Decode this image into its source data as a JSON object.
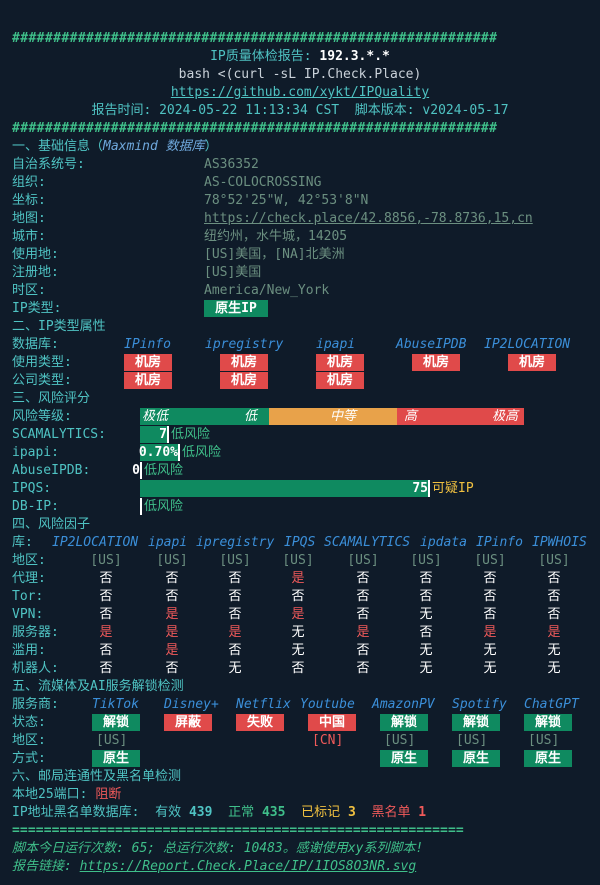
{
  "header": {
    "hash_line": "###########################################################",
    "title_prefix": "IP质量体检报告: ",
    "ip": "192.3.*.*",
    "command": "bash <(curl -sL IP.Check.Place)",
    "github": "https://github.com/xykt/IPQuality",
    "report_time": "报告时间: 2024-05-22 11:13:34 CST  脚本版本: v2024-05-17"
  },
  "basic": {
    "section": "一、基础信息（",
    "section_db": "Maxmind 数据库",
    "section_end": "）",
    "rows": [
      {
        "label": "自治系统号:",
        "value": "AS36352"
      },
      {
        "label": "组织:",
        "value": "AS-COLOCROSSING"
      },
      {
        "label": "坐标:",
        "value": "78°52'25\"W, 42°53'8\"N"
      },
      {
        "label": "地图:",
        "value": "https://check.place/42.8856,-78.8736,15,cn"
      },
      {
        "label": "城市:",
        "value": "纽约州，水牛城，14205"
      },
      {
        "label": "使用地:",
        "value": "[US]美国，[NA]北美洲"
      },
      {
        "label": "注册地:",
        "value": "[US]美国"
      },
      {
        "label": "时区:",
        "value": "America/New_York"
      },
      {
        "label": "IP类型:",
        "value": "原生IP"
      }
    ]
  },
  "iptype": {
    "section": "二、IP类型属性",
    "db_label": "数据库:",
    "use_label": "使用类型:",
    "company_label": "公司类型:",
    "dbs": [
      "IPinfo",
      "ipregistry",
      "ipapi",
      "AbuseIPDB",
      "IP2LOCATION"
    ],
    "use_types": [
      "机房",
      "机房",
      "机房",
      "机房",
      "机房"
    ],
    "company_types": [
      "机房",
      "机房",
      "机房"
    ]
  },
  "risk": {
    "section": "三、风险评分",
    "level_label": "风险等级:",
    "levels": [
      "极低",
      "低",
      "中等",
      "高",
      "极高"
    ],
    "colors": {
      "green": "#0f8a60",
      "orange": "#e8a24a",
      "red": "#e04a4a"
    },
    "scores": [
      {
        "label": "SCAMALYTICS:",
        "score": "7",
        "verdict": "低风险",
        "fraction": 0.07
      },
      {
        "label": "ipapi:",
        "score": "0.70%",
        "verdict": "低风险",
        "fraction": 0.1
      },
      {
        "label": "AbuseIPDB:",
        "score": "0",
        "verdict": "低风险",
        "fraction": 0.0
      },
      {
        "label": "IPQS:",
        "score": "75",
        "verdict": "可疑IP",
        "fraction": 0.75
      },
      {
        "label": "DB-IP:",
        "score": "",
        "verdict": "低风险",
        "fraction": 0.0
      }
    ]
  },
  "factors": {
    "section": "四、风险因子",
    "lib_label": "库:",
    "dbs": [
      "IP2LOCATION",
      "ipapi",
      "ipregistry",
      "IPQS",
      "SCAMALYTICS",
      "ipdata",
      "IPinfo",
      "IPWHOIS"
    ],
    "rows": [
      {
        "label": "地区:",
        "values": [
          "[US]",
          "[US]",
          "[US]",
          "[US]",
          "[US]",
          "[US]",
          "[US]",
          "[US]"
        ]
      },
      {
        "label": "代理:",
        "values": [
          "否",
          "否",
          "否",
          "是",
          "否",
          "否",
          "否",
          "否"
        ]
      },
      {
        "label": "Tor:",
        "values": [
          "否",
          "否",
          "否",
          "否",
          "否",
          "否",
          "否",
          "否"
        ]
      },
      {
        "label": "VPN:",
        "values": [
          "否",
          "是",
          "否",
          "是",
          "否",
          "无",
          "否",
          "否"
        ]
      },
      {
        "label": "服务器:",
        "values": [
          "是",
          "是",
          "是",
          "无",
          "是",
          "否",
          "是",
          "是"
        ]
      },
      {
        "label": "滥用:",
        "values": [
          "否",
          "是",
          "否",
          "无",
          "否",
          "无",
          "无",
          "无"
        ]
      },
      {
        "label": "机器人:",
        "values": [
          "否",
          "否",
          "无",
          "否",
          "否",
          "无",
          "无",
          "无"
        ]
      }
    ]
  },
  "streaming": {
    "section": "五、流媒体及AI服务解锁检测",
    "provider_label": "服务商:",
    "status_label": "状态:",
    "region_label": "地区:",
    "method_label": "方式:",
    "services": [
      "TikTok",
      "Disney+",
      "Netflix",
      "Youtube",
      "AmazonPV",
      "Spotify",
      "ChatGPT"
    ],
    "status": [
      "解锁",
      "屏蔽",
      "失败",
      "中国",
      "解锁",
      "解锁",
      "解锁"
    ],
    "regions": [
      "[US]",
      "",
      "",
      "[CN]",
      "[US]",
      "[US]",
      "[US]"
    ],
    "methods": [
      "原生",
      "",
      "",
      "",
      "原生",
      "原生",
      "原生"
    ]
  },
  "mail": {
    "section": "六、邮局连通性及黑名单检测",
    "port_label": "本地25端口: ",
    "port_value": "阻断",
    "bl_label": "IP地址黑名单数据库:",
    "valid_label": "有效",
    "valid": "439",
    "normal_label": "正常",
    "normal": "435",
    "marked_label": "已标记",
    "marked": "3",
    "black_label": "黑名单",
    "black": "1"
  },
  "footer": {
    "eq_line": "=========================================================",
    "runs": "脚本今日运行次数: 65; 总运行次数: 10483。感谢使用xy系列脚本!",
    "share_label": "报告链接: ",
    "share_url": "https://Report.Check.Place/IP/1IOS8O3NR.svg"
  }
}
